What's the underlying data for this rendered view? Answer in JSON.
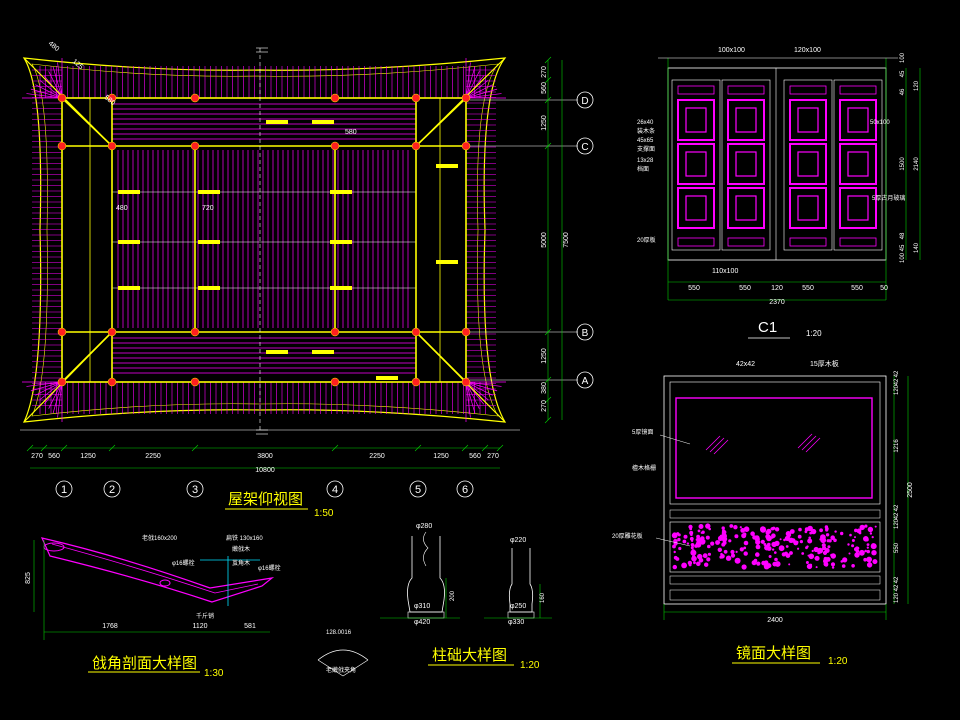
{
  "colors": {
    "background": "#000000",
    "roof": "#ff00ff",
    "frame": "#ffff00",
    "dim": "#00d000",
    "text": "#ffffff",
    "title": "#ffff00",
    "red": "#ff2020"
  },
  "roof_plan": {
    "title": "屋架仰视图",
    "scale": "1:50",
    "axes_x": [
      "1",
      "2",
      "3",
      "4",
      "5",
      "6"
    ],
    "axes_y": [
      "D",
      "C",
      "B",
      "A"
    ],
    "bottom_dims": [
      "270",
      "560",
      "1250",
      "2250",
      "3800",
      "2250",
      "1250",
      "560",
      "270"
    ],
    "bottom_total": "10800",
    "right_dims": [
      "560",
      "270",
      "1250",
      "5000",
      "1250",
      "380",
      "270"
    ],
    "right_total": "7500",
    "notes": {
      "a": "580",
      "b": "480",
      "c": "720",
      "d": "480",
      "e": "125",
      "f": "580"
    }
  },
  "panel_c1": {
    "title": "C1",
    "scale": "1:20",
    "top_labels": [
      "100x100",
      "120x100"
    ],
    "left_notes": [
      "26x40",
      "装木条",
      "45x65",
      "支撑面",
      "13x28",
      "档面"
    ],
    "left_bottom": "20厚板",
    "right_notes": [
      "50x100",
      "5厚古月玻璃"
    ],
    "bottom_label": "110x100",
    "bottom_dims": [
      "550",
      "550",
      "120",
      "550",
      "550",
      "50"
    ],
    "bottom_total": "2370",
    "right_dims": [
      "45",
      "100",
      "46",
      "1500",
      "48",
      "45",
      "100"
    ],
    "right_total": "2140",
    "right_extra": [
      "120",
      "140"
    ]
  },
  "mirror": {
    "title": "镜面大样图",
    "scale": "1:20",
    "top_labels": [
      "42x42",
      "15厚木板"
    ],
    "left_notes": [
      "5厚镜面",
      "檀木格栅",
      "20厚雕花板"
    ],
    "width": "2400",
    "right_dims": [
      "42",
      "42",
      "120",
      "1216",
      "42",
      "42",
      "120",
      "550",
      "42",
      "42",
      "120"
    ],
    "right_total": "2500"
  },
  "corner_section": {
    "title": "戗角剖面大样图",
    "scale": "1:30",
    "notes": [
      "老戗160x200",
      "扁铁 130x160",
      "嫩戗木",
      "φ16螺栓",
      "茧角木",
      "φ16螺栓",
      "千斤销"
    ],
    "dims": [
      "1768",
      "1120",
      "581"
    ],
    "height": "825"
  },
  "base_detail": {
    "title": "柱础大样图",
    "scale": "1:20",
    "a_top": "φ280",
    "a_mid": "φ310",
    "a_bot": "φ420",
    "a_h": "200",
    "b_top": "φ220",
    "b_mid": "φ250",
    "b_bot": "φ330",
    "b_h": "160"
  },
  "angle_detail": {
    "value": "128.0016",
    "label": "老嫩戗夹角"
  }
}
